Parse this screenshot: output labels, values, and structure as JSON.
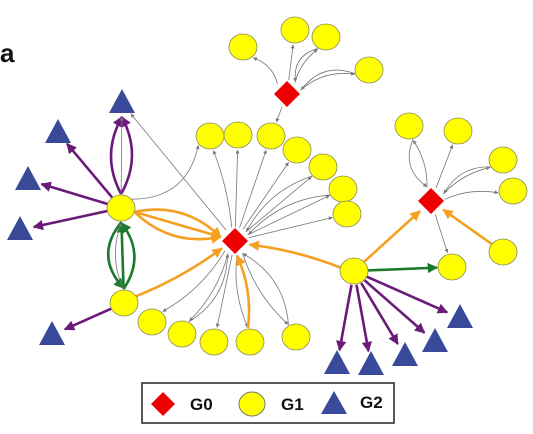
{
  "figure": {
    "panel_label": "a"
  },
  "legend": [
    {
      "label": "G0",
      "shape": "diamond",
      "color": "#ee0000"
    },
    {
      "label": "G1",
      "shape": "circle",
      "color": "#ffff00"
    },
    {
      "label": "G2",
      "shape": "triangle",
      "color": "#3a4a9a"
    }
  ],
  "colors": {
    "G0": "#ee0000",
    "G1": "#ffff00",
    "G2": "#3a4a9a",
    "edge_gray": "#777777",
    "edge_orange": "#f5a020",
    "edge_purple": "#6a1a78",
    "edge_green": "#1c7a2e"
  },
  "edge_types": [
    "gray",
    "orange",
    "purple",
    "green"
  ]
}
